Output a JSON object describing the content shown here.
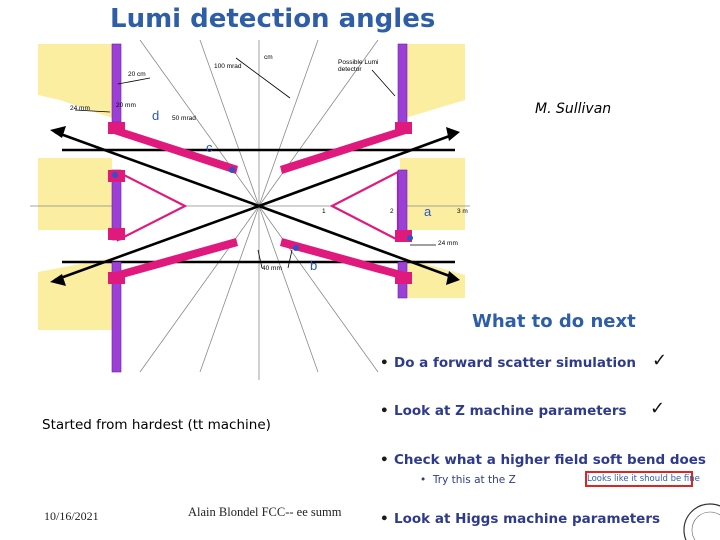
{
  "slide": {
    "title": "Lumi detection angles",
    "author": "M. Sullivan",
    "caption": "Started from hardest (tt machine)",
    "date": "10/16/2021",
    "footer": "Alain Blondel  FCC-- ee summ"
  },
  "diagram": {
    "labels": {
      "cm": "cm",
      "mrad100": "100 mrad",
      "cm20": "20 cm",
      "lumi1": "Possible Lumi",
      "lumi2": "detector",
      "mm24_left": "24 mm",
      "mm20": "20 mm",
      "mrad50": "50 mrad",
      "mm40": "40 mm",
      "mm24_right": "24 mm",
      "m1": "1",
      "m2": "2",
      "m3": "3 m",
      "a": "a",
      "b": "b",
      "c": "c",
      "d": "d"
    },
    "colors": {
      "yellow_region": "#fbeea0",
      "detector_purple": "#9b3fd6",
      "magnet_pink": "#e0197d",
      "label_blue": "#2a55c8",
      "beam": "#000000"
    }
  },
  "next_steps": {
    "title": "What to do next",
    "items": [
      {
        "text": "Do a forward scatter simulation",
        "checked": true
      },
      {
        "text": "Look at Z machine parameters",
        "checked": true
      },
      {
        "text": "Check what a higher field soft bend does",
        "checked": false
      },
      {
        "text": "Look at Higgs machine parameters",
        "checked": false
      }
    ],
    "sub_item": "Try this at the Z",
    "note": "Looks like it should be fine",
    "check_glyph": "✓"
  }
}
